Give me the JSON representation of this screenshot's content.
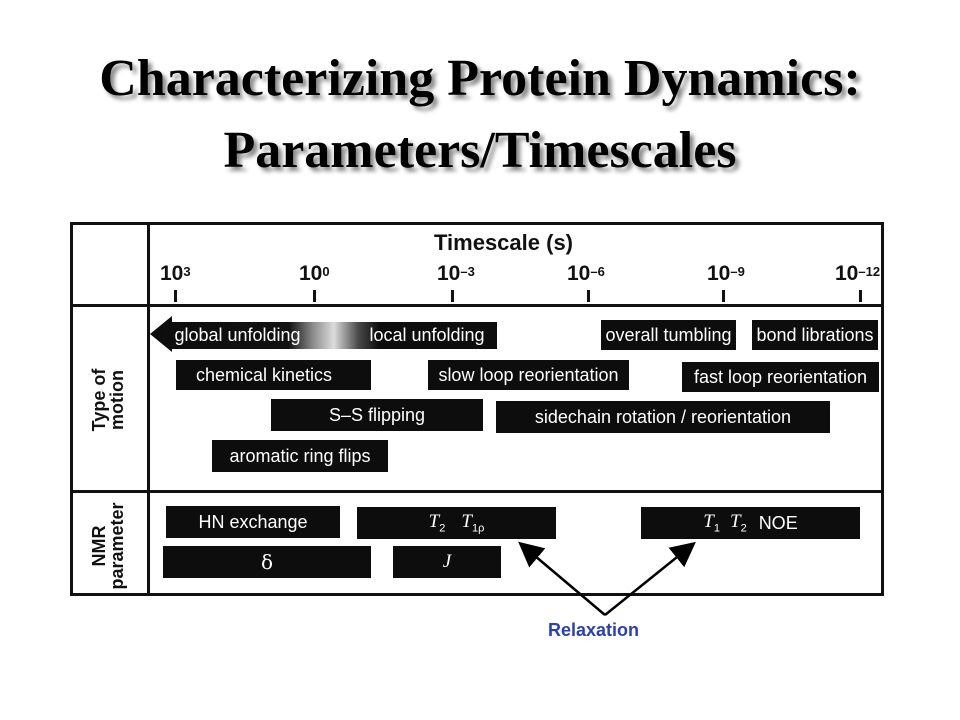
{
  "slide": {
    "title_line1": "Characterizing Protein Dynamics:",
    "title_line2": "Parameters/Timescales"
  },
  "diagram": {
    "timescale_title": "Timescale (s)",
    "tick_base": "10",
    "ticks": [
      "3",
      "0",
      "–3",
      "–6",
      "–9",
      "–12"
    ],
    "section_motion_line1": "Type of",
    "section_motion_line2": "motion",
    "section_nmr_line1": "NMR",
    "section_nmr_line2": "parameter",
    "motion": {
      "global_unfolding": "global unfolding",
      "local_unfolding": "local  unfolding",
      "overall_tumbling": "overall tumbling",
      "bond_librations": "bond librations",
      "chemical_kinetics": "chemical kinetics",
      "slow_loop": "slow loop reorientation",
      "fast_loop": "fast loop reorientation",
      "ss_flipping": "S–S flipping",
      "sidechain": "sidechain rotation / reorientation",
      "aromatic": "aromatic ring flips"
    },
    "nmr": {
      "hn_exchange": "HN exchange",
      "t2": "T",
      "t2_sub": "2",
      "t1rho": "T",
      "t1rho_sub": "1ρ",
      "t1": "T",
      "t1_sub": "1",
      "t2b": "T",
      "t2b_sub": "2",
      "noe": "NOE",
      "delta": "δ",
      "j": "J"
    },
    "annotation": "Relaxation"
  },
  "colors": {
    "bar": "#0d0d0d",
    "annotation": "#2a3fb4",
    "title_shadow": "#8a8a8a"
  }
}
